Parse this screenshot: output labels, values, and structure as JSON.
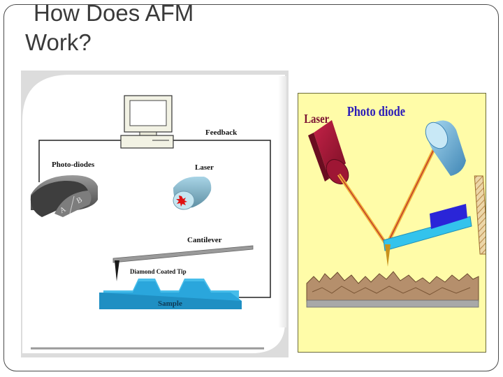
{
  "slide": {
    "title_line1": "How Does AFM",
    "title_line2": "Work?"
  },
  "left_diagram": {
    "feedback_label": "Feedback",
    "photodiodes_label": "Photo-diodes",
    "laser_label": "Laser",
    "cantilever_label": "Cantilever",
    "tip_label": "Diamond Coated Tip",
    "sample_label": "Sample",
    "segment_a_label": "A",
    "segment_b_label": "B"
  },
  "right_diagram": {
    "laser_label": "Laser",
    "photodiode_label": "Photo diode"
  },
  "colors": {
    "panel_background": "#fffca8",
    "laser_body": "#a01a35",
    "sample_blue": "#2aa6dc",
    "cantilever_cyan": "#33c3ec",
    "detector_blue": "#2a25d8",
    "beam": "#f0b23c"
  }
}
